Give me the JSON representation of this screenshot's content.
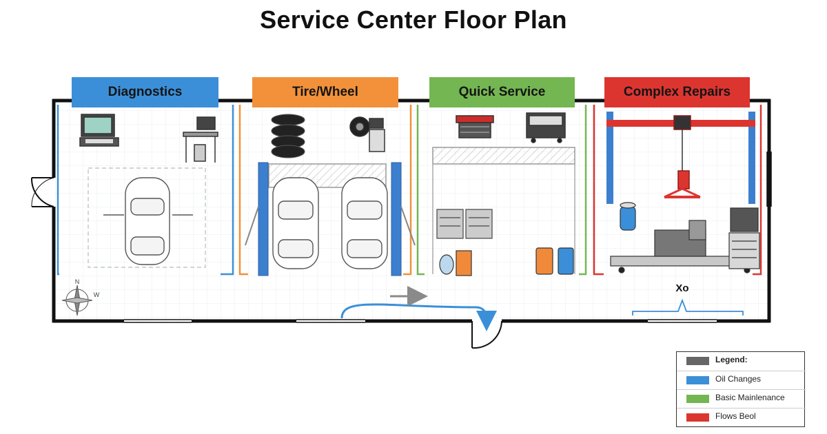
{
  "title": "Service Center Floor Plan",
  "zones": [
    {
      "label": "Diagnostics",
      "color": "#3b8fd8"
    },
    {
      "label": "Tire/Wheel",
      "color": "#f2913a"
    },
    {
      "label": "Quick Service",
      "color": "#74b652"
    },
    {
      "label": "Complex Repairs",
      "color": "#dc3530"
    }
  ],
  "compass": {
    "n": "N",
    "w": "W"
  },
  "bay_marker": "Xo",
  "legend": {
    "title": "Legend:",
    "title_color": "#666666",
    "items": [
      {
        "label": "Oil Changes",
        "color": "#3b8fd8"
      },
      {
        "label": "Basic Mainlenance",
        "color": "#74b652"
      },
      {
        "label": "Flows Beol",
        "color": "#dc3530"
      }
    ]
  },
  "colors": {
    "wall": "#111111",
    "grid": "#e8ecef",
    "lift_blue": "#3c7fcf",
    "flow_blue": "#3b8fd8",
    "flow_gray": "#8a8a8a"
  }
}
